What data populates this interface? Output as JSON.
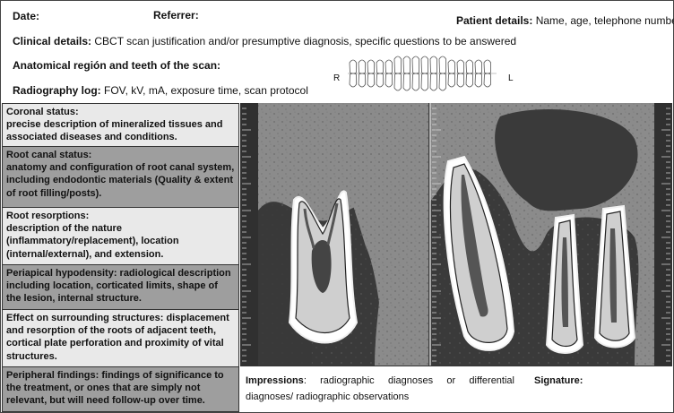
{
  "header": {
    "date_label": "Date:",
    "referrer_label": "Referrer:",
    "patient_label": "Patient details:",
    "patient_text": "Name, age, telephone number",
    "clinical_label": "Clinical details:",
    "clinical_text": "CBCT scan justification and/or presumptive diagnosis, specific questions to be answered",
    "anatomical_label": "Anatomical región and teeth of the scan:",
    "radiography_label": "Radiography log:",
    "radiography_text": "FOV, kV, mA, exposure time, scan protocol",
    "right_marker": "R",
    "left_marker": "L"
  },
  "sections": [
    {
      "title": "Coronal status:",
      "body": " precise description of mineralized tissues and associated diseases and conditions."
    },
    {
      "title": "Root canal status:",
      "body": " anatomy and configuration of root canal system, including endodontic materials (Quality & extent of root filling/posts)."
    },
    {
      "title": "Root resorptions:",
      "body": "description of the nature (inflammatory/replacement), location (internal/external), and extension."
    },
    {
      "title": "",
      "body": "Periapical hypodensity: radiological description including location, corticated limits, shape of the lesion, internal structure."
    },
    {
      "title": "",
      "body": "Effect on surrounding structures: displacement and resorption of the roots of adjacent teeth, cortical plate perforation and proximity of vital structures."
    },
    {
      "title": "",
      "body": "Peripheral findings: findings of significance to the treatment, or ones that are simply not relevant, but will need follow-up over time."
    }
  ],
  "footer": {
    "impressions_label": "Impressions",
    "impressions_text": ": radiographic diagnoses or differential diagnoses/ radiographic observations",
    "signature_label": "Signature:"
  },
  "colors": {
    "light_cell": "#e9e9e9",
    "dark_cell": "#9e9e9e",
    "bone": "#8a8a8a",
    "soft_tissue": "#3a3a3a",
    "enamel": "#ededed"
  }
}
